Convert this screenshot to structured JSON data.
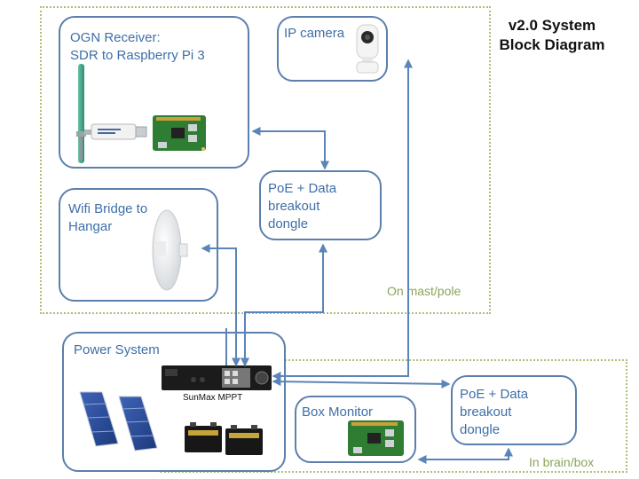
{
  "title": "v2.0 System\nBlock Diagram",
  "zones": {
    "mast": "On mast/pole",
    "box": "In brain/box"
  },
  "boxes": {
    "ogn": "OGN Receiver:\nSDR to Raspberry Pi 3",
    "camera": "IP camera",
    "poe_mast": "PoE + Data\nbreakout\ndongle",
    "wifi": "Wifi Bridge to\nHangar",
    "power": "Power System",
    "box_monitor": "Box Monitor",
    "poe_box": "PoE + Data\nbreakout\ndongle"
  },
  "captions": {
    "mppt": "SunMax MPPT"
  },
  "colors": {
    "box_border": "#5b7fae",
    "box_text": "#3e6fa8",
    "arrow": "#5b84b8",
    "zone_border": "#a9c27a",
    "zone_text": "#8ba55a",
    "pcb": "#2f7d32"
  },
  "icons": {
    "antenna": "antenna-icon",
    "sdr": "usb-sdr-dongle-icon",
    "pi": "raspberry-pi-icon",
    "camera": "ip-camera-icon",
    "dish": "wifi-dish-icon",
    "controller": "mppt-controller-icon",
    "panels": "solar-panel-icon",
    "batteries": "battery-icon"
  }
}
